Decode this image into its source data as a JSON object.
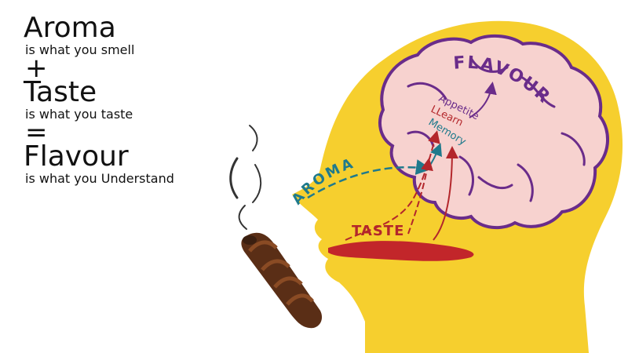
{
  "left_text": {
    "aroma_title": "Aroma",
    "aroma_desc": "is what you smell",
    "plus": "+",
    "taste_title": "Taste",
    "taste_desc": "is what you taste",
    "equals": "=",
    "flavour_title": "Flavour",
    "flavour_desc": "is what you Understand"
  },
  "diagram": {
    "flavour_label": "FLAVOUR",
    "aroma_label": "AROMA",
    "taste_label": "TASTE",
    "appetite_label": "Appetite",
    "learn_label": "LLearn",
    "memory_label": "Memory"
  },
  "colors": {
    "head": "#F6CF2E",
    "brain_fill": "#F7D2CF",
    "brain_outline": "#6A2C8A",
    "flavour_text": "#6A2C8A",
    "aroma_text": "#1F7A8C",
    "taste_text": "#B3262B",
    "tongue": "#C2262A",
    "cigar_dark": "#5A2E16",
    "cigar_light": "#8A4B24",
    "smoke": "#333333"
  }
}
